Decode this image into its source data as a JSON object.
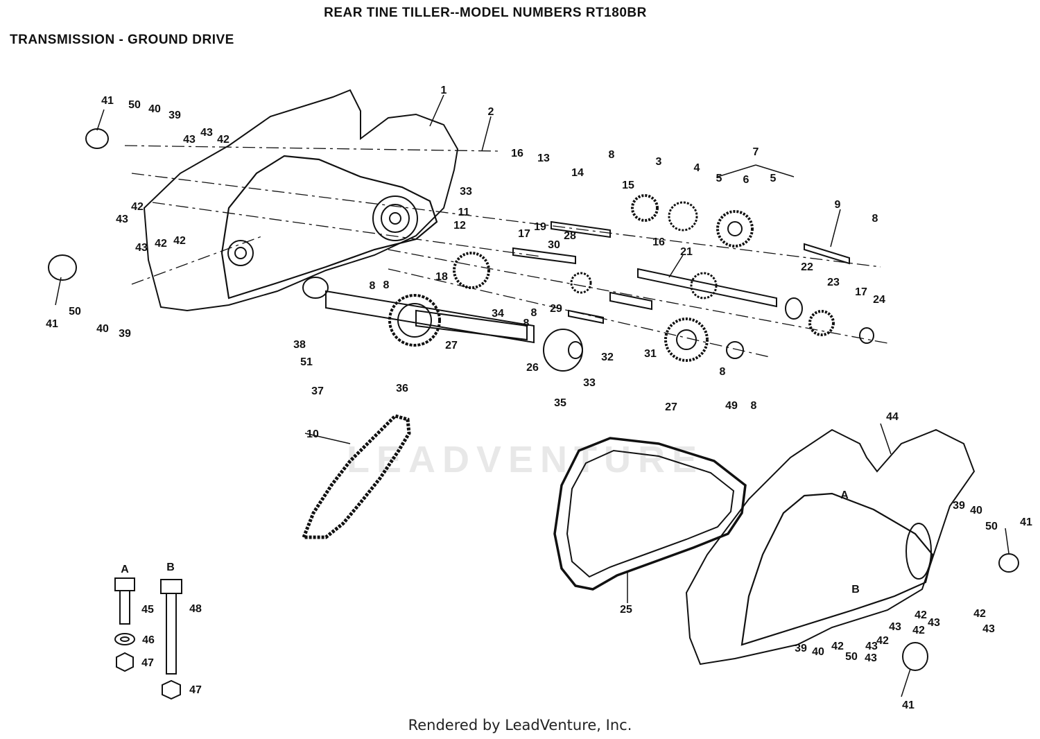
{
  "header": {
    "title": "REAR TINE TILLER--MODEL NUMBERS RT180BR",
    "subtitle": "TRANSMISSION - GROUND DRIVE"
  },
  "watermark": "LEADVENTURE",
  "footer": "Rendered by LeadVenture, Inc.",
  "callouts": [
    "1",
    "2",
    "3",
    "4",
    "5",
    "6",
    "5",
    "7",
    "8",
    "9",
    "8",
    "16",
    "13",
    "14",
    "15",
    "16",
    "11",
    "12",
    "17",
    "19",
    "30",
    "28",
    "21",
    "22",
    "23",
    "17",
    "24",
    "33",
    "18",
    "8",
    "8",
    "34",
    "8",
    "8",
    "29",
    "31",
    "32",
    "27",
    "36",
    "26",
    "35",
    "33",
    "27",
    "8",
    "49",
    "8",
    "38",
    "51",
    "37",
    "41",
    "50",
    "40",
    "39",
    "43",
    "43",
    "42",
    "43",
    "42",
    "43",
    "42",
    "42",
    "41",
    "50",
    "40",
    "39",
    "10",
    "25",
    "44",
    "A",
    "39",
    "40",
    "50",
    "41",
    "42",
    "43",
    "42",
    "43",
    "43",
    "42",
    "43",
    "39",
    "40",
    "42",
    "50",
    "43",
    "42",
    "41",
    "A",
    "B",
    "45",
    "46",
    "47",
    "48",
    "47",
    "B"
  ]
}
